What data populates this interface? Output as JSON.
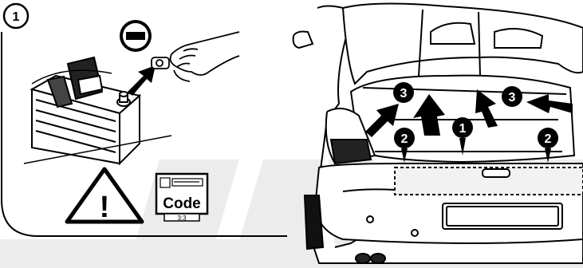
{
  "step_badge": "1",
  "callouts": [
    "1",
    "2",
    "3"
  ],
  "battery_terminal_symbol": "−",
  "warning_symbol": "!",
  "radio_label": "Code",
  "radio_sublabel": "3:3",
  "icons": [
    "battery-icon",
    "warning-triangle-icon",
    "radio-code-icon",
    "arrow-icon"
  ],
  "colors": {
    "ink": "#000000",
    "watermark": "#ececec",
    "paper": "#ffffff"
  }
}
